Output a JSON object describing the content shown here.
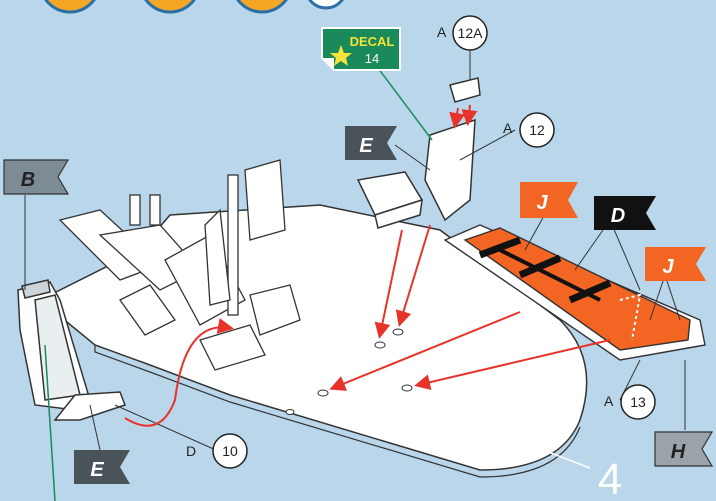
{
  "step_number": "4",
  "decal": {
    "title": "DECAL",
    "number": "14"
  },
  "callouts": [
    {
      "id": "part-12a",
      "letter": "A",
      "number": "12A"
    },
    {
      "id": "part-12",
      "letter": "A",
      "number": "12"
    },
    {
      "id": "part-13",
      "letter": "A",
      "number": "13"
    },
    {
      "id": "part-10",
      "letter": "D",
      "number": "10"
    }
  ],
  "color_flags": [
    {
      "id": "flag-b",
      "letter": "B",
      "color": "#7d8b94"
    },
    {
      "id": "flag-e-top",
      "letter": "E",
      "color": "#4a535a"
    },
    {
      "id": "flag-e-bottom",
      "letter": "E",
      "color": "#4a535a"
    },
    {
      "id": "flag-j-left",
      "letter": "J",
      "color": "#f26522"
    },
    {
      "id": "flag-j-right",
      "letter": "J",
      "color": "#f26522"
    },
    {
      "id": "flag-d",
      "letter": "D",
      "color": "#111111"
    },
    {
      "id": "flag-h",
      "letter": "H",
      "color": "#9aa3a8"
    }
  ],
  "colors": {
    "background": "#b9d6ea",
    "arrow": "#e8332a",
    "decal_green": "#1a8a5a",
    "stretcher_orange": "#f26522",
    "paint_circle": "#f5a623"
  }
}
